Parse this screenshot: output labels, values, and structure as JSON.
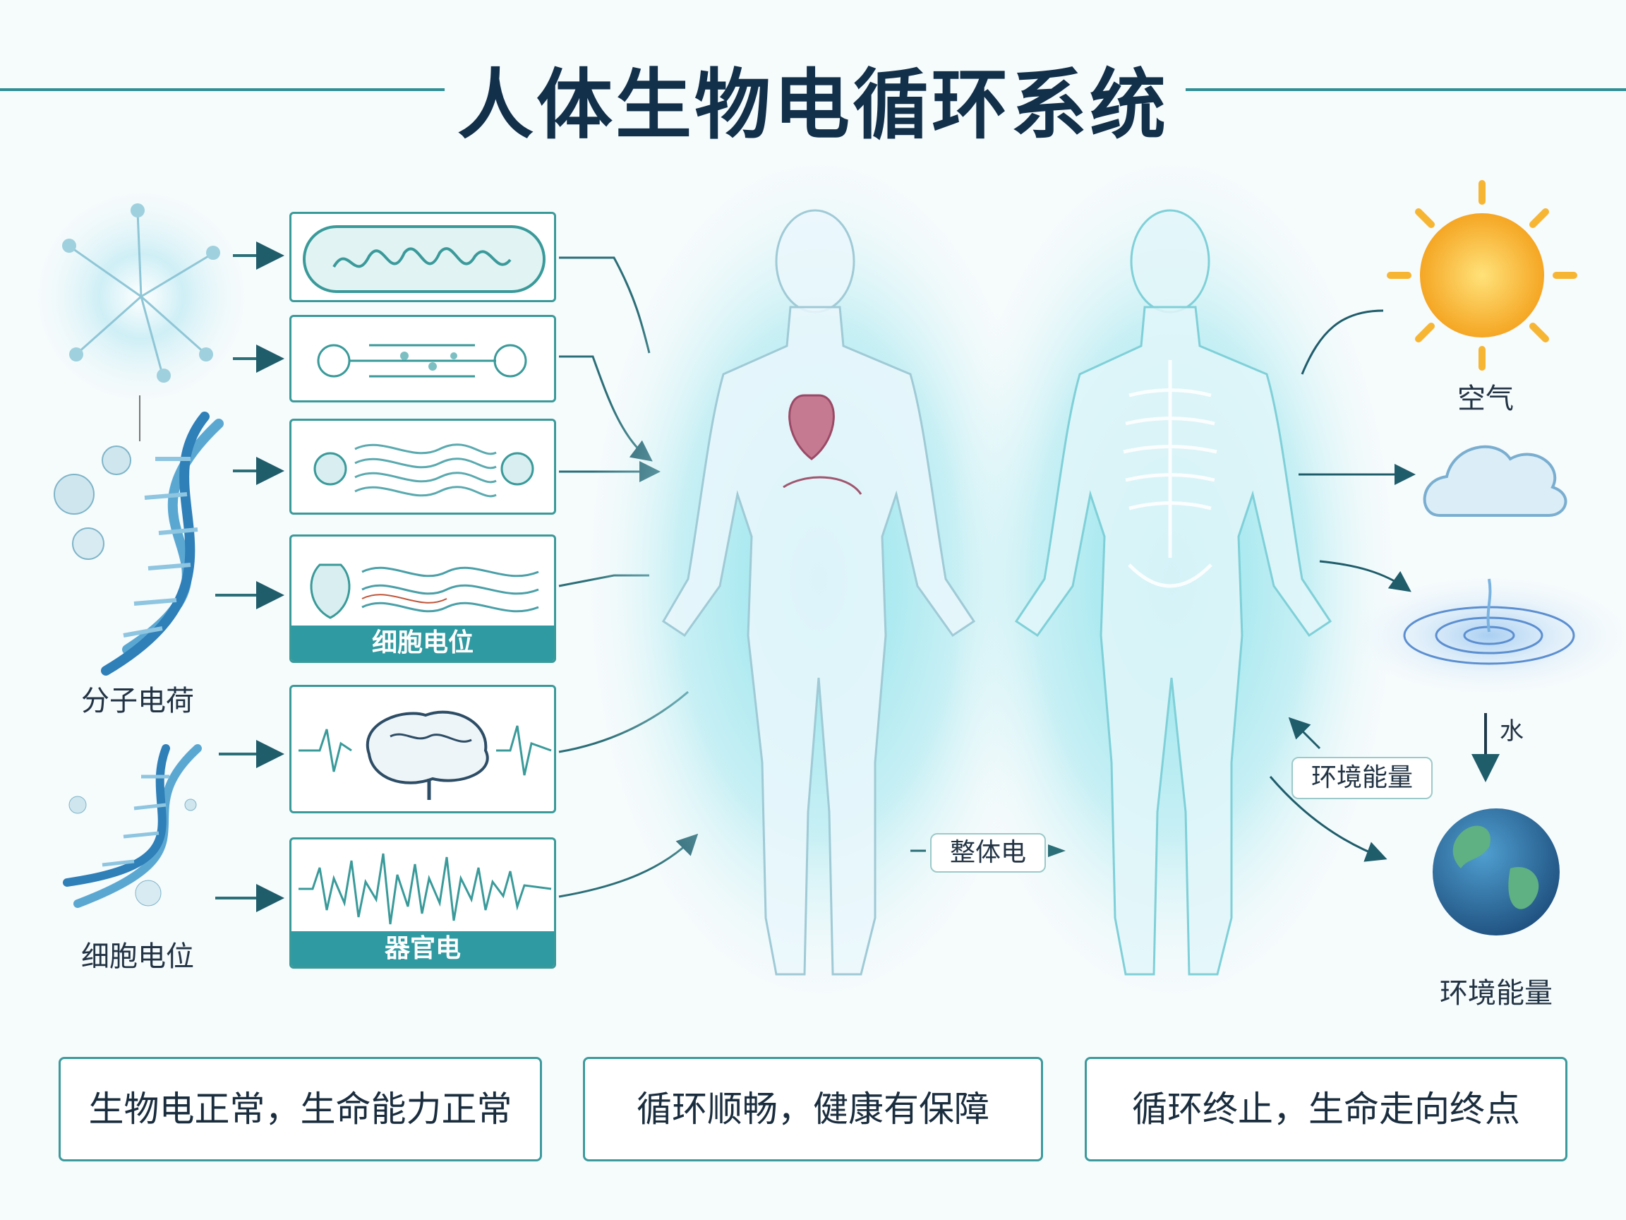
{
  "title": "人体生物电循环系统",
  "left_labels": {
    "molecular_charge": "分子电荷",
    "cell_potential": "细胞电位"
  },
  "panels": {
    "panel4_caption": "细胞电位",
    "panel6_caption": "器官电"
  },
  "center_pill": "整体电",
  "right_labels": {
    "air": "空气",
    "water": "水",
    "env_energy_pill": "环境能量",
    "env_energy": "环境能量"
  },
  "bottom": {
    "box1": "生物电正常，生命能力正常",
    "box2": "循环顺畅，健康有保障",
    "box3": "循环终止，生命走向终点"
  },
  "colors": {
    "teal": "#2f9aa1",
    "dark_title": "#12304a",
    "sun": "#f7b534",
    "cloud": "#dbeef7",
    "earth": "#2f6f9a"
  }
}
